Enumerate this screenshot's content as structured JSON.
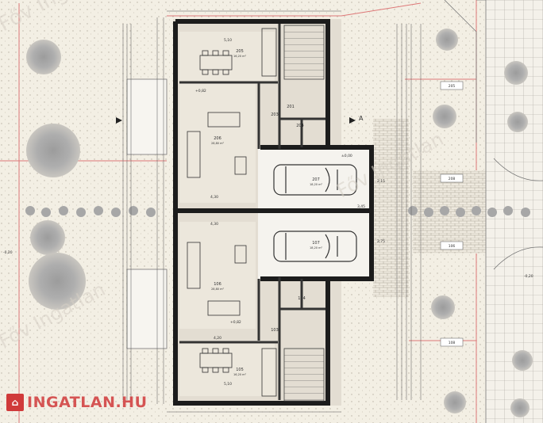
{
  "brand": {
    "logo_text": "INGATLAN.HU",
    "watermark": "Főv Ingatlan"
  },
  "rooms": {
    "r205": {
      "num": "205",
      "area": "16,20 m²"
    },
    "r206": {
      "num": "206",
      "area": "28,80 m²"
    },
    "r201": {
      "num": "201"
    },
    "r203": {
      "num": "203"
    },
    "r204": {
      "num": "204"
    },
    "r207": {
      "num": "207",
      "area": "18,20 m²"
    },
    "r107": {
      "num": "107",
      "area": "18,20 m²"
    },
    "r106": {
      "num": "106",
      "area": "28,80 m²"
    },
    "r104": {
      "num": "104"
    },
    "r103": {
      "num": "103"
    },
    "r105": {
      "num": "105",
      "area": "16,20 m²"
    }
  },
  "dims": {
    "top_width": "5,10",
    "mid_width_top": "4,30",
    "mid_width_bottom": "4,30",
    "bottom_width_left": "4,20",
    "bottom_width": "5,10",
    "gar_dim_a": "3,45",
    "gar_dim_b": "2,15",
    "gar_dim_c": "2,75",
    "level_a": "+0,82",
    "level_b": "+0,82",
    "level_c": "±0,00",
    "level_d": "-0,20",
    "level_e": "-0,20",
    "section_mark": "A"
  },
  "legend": {
    "row_a": "205",
    "row_b": "208",
    "row_c": "106",
    "row_d": "108"
  }
}
